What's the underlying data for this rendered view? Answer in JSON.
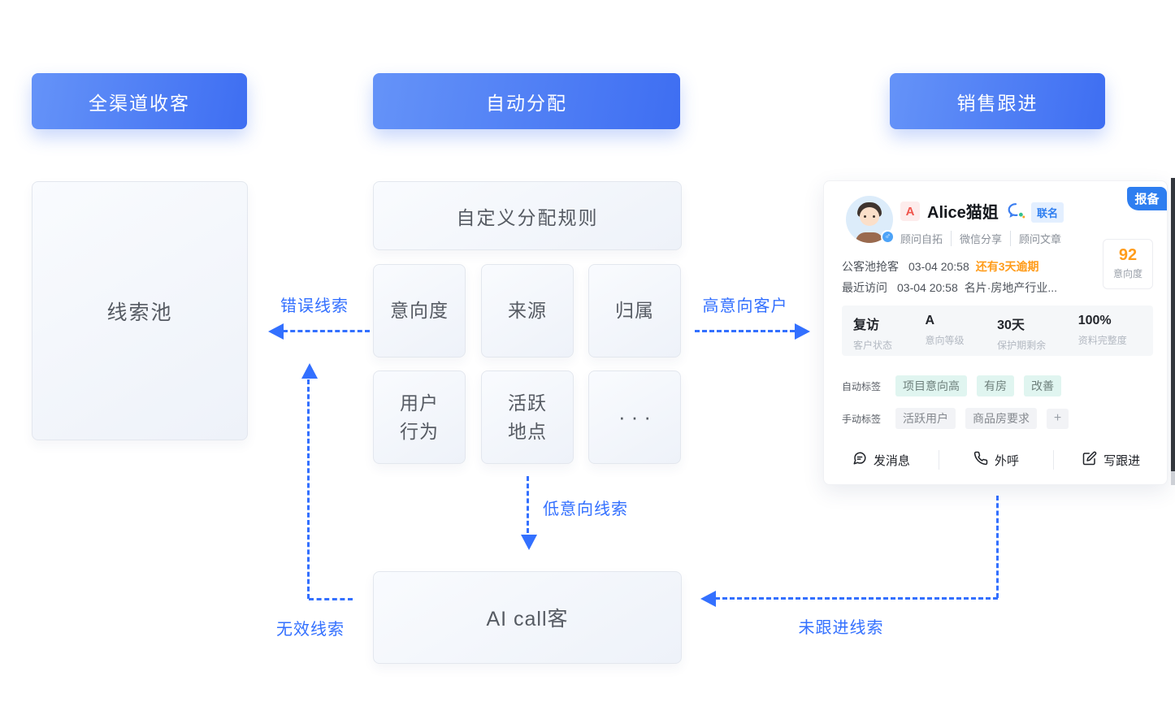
{
  "headers": {
    "channel": "全渠道收客",
    "assign": "自动分配",
    "sales": "销售跟进"
  },
  "lead_pool": {
    "label": "线索池"
  },
  "rules": {
    "title": "自定义分配规则",
    "items": [
      "意向度",
      "来源",
      "归属",
      "用户\n行为",
      "活跃\n地点",
      "···"
    ]
  },
  "ai_call": {
    "label": "AI call客"
  },
  "flows": {
    "wrong": "错误线索",
    "high_intent": "高意向客户",
    "low_intent": "低意向线索",
    "invalid": "无效线索",
    "not_followed": "未跟进线索"
  },
  "colors": {
    "accent_blue": "#3370ff",
    "header_blue": "#3e6ef2",
    "orange": "#ff9c1b",
    "badge_blue": "#2e7ef0"
  },
  "card": {
    "corner_badge": "报备",
    "grade": "A",
    "name": "Alice猫姐",
    "joint_badge": "联名",
    "gender_symbol": "♂",
    "sources": [
      "顾问自拓",
      "微信分享",
      "顾问文章"
    ],
    "info_rows": [
      {
        "label": "公客池抢客",
        "time": "03-04 20:58",
        "extra": "还有3天逾期"
      },
      {
        "label": "最近访问",
        "time": "03-04 20:58",
        "extra": "名片·房地产行业..."
      }
    ],
    "score": {
      "value": "92",
      "label": "意向度"
    },
    "stats": [
      {
        "value": "复访",
        "label": "客户状态"
      },
      {
        "value": "A",
        "label": "意向等级"
      },
      {
        "value": "30天",
        "label": "保护期剩余"
      },
      {
        "value": "100%",
        "label": "资料完整度"
      }
    ],
    "auto_tags": {
      "label": "自动标签",
      "tags": [
        "项目意向高",
        "有房",
        "改善"
      ]
    },
    "manual_tags": {
      "label": "手动标签",
      "tags": [
        "活跃用户",
        "商品房要求"
      ],
      "add": "+"
    },
    "actions": [
      {
        "icon": "message-icon",
        "label": "发消息"
      },
      {
        "icon": "phone-icon",
        "label": "外呼"
      },
      {
        "icon": "edit-icon",
        "label": "写跟进"
      }
    ]
  }
}
